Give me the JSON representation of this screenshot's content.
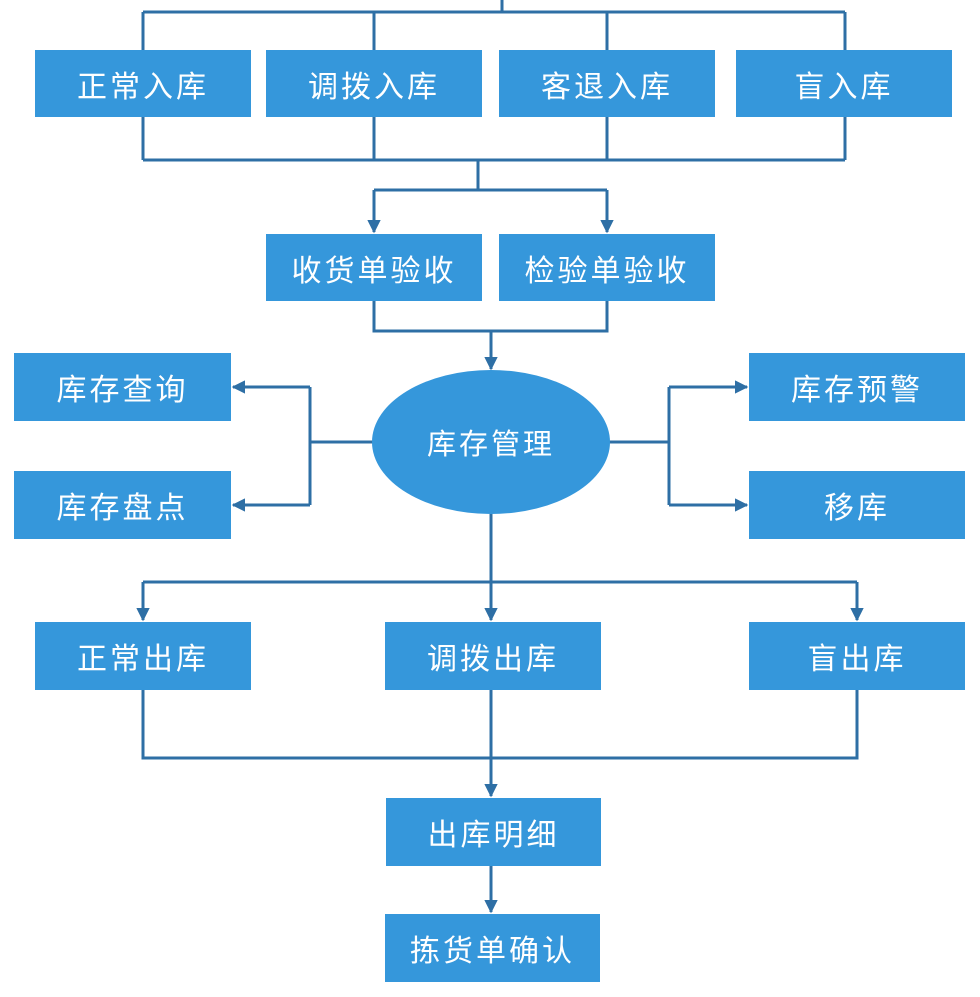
{
  "colors": {
    "node_fill": "#3597db",
    "line": "#2e6fa5",
    "text": "#ffffff",
    "background": "#ffffff"
  },
  "diagram": {
    "inbound": [
      {
        "id": "in1",
        "label": "正常入库"
      },
      {
        "id": "in2",
        "label": "调拨入库"
      },
      {
        "id": "in3",
        "label": "客退入库"
      },
      {
        "id": "in4",
        "label": "盲入库"
      }
    ],
    "inspection": [
      {
        "id": "rcv",
        "label": "收货单验收"
      },
      {
        "id": "chk",
        "label": "检验单验收"
      }
    ],
    "center": {
      "id": "inv",
      "label": "库存管理",
      "shape": "ellipse"
    },
    "left_branch": [
      {
        "id": "query",
        "label": "库存查询"
      },
      {
        "id": "count",
        "label": "库存盘点"
      }
    ],
    "right_branch": [
      {
        "id": "alert",
        "label": "库存预警"
      },
      {
        "id": "move",
        "label": "移库"
      }
    ],
    "outbound": [
      {
        "id": "out1",
        "label": "正常出库"
      },
      {
        "id": "out2",
        "label": "调拨出库"
      },
      {
        "id": "out3",
        "label": "盲出库"
      }
    ],
    "detail": {
      "id": "detail",
      "label": "出库明细"
    },
    "pick": {
      "id": "pick",
      "label": "拣货单确认"
    },
    "edges": [
      [
        "in1",
        "rcv"
      ],
      [
        "in2",
        "rcv"
      ],
      [
        "in3",
        "rcv"
      ],
      [
        "in4",
        "rcv"
      ],
      [
        "in1",
        "chk"
      ],
      [
        "in2",
        "chk"
      ],
      [
        "in3",
        "chk"
      ],
      [
        "in4",
        "chk"
      ],
      [
        "rcv",
        "inv"
      ],
      [
        "chk",
        "inv"
      ],
      [
        "inv",
        "query"
      ],
      [
        "inv",
        "count"
      ],
      [
        "inv",
        "alert"
      ],
      [
        "inv",
        "move"
      ],
      [
        "inv",
        "out1"
      ],
      [
        "inv",
        "out2"
      ],
      [
        "inv",
        "out3"
      ],
      [
        "out1",
        "detail"
      ],
      [
        "out2",
        "detail"
      ],
      [
        "out3",
        "detail"
      ],
      [
        "detail",
        "pick"
      ]
    ]
  }
}
